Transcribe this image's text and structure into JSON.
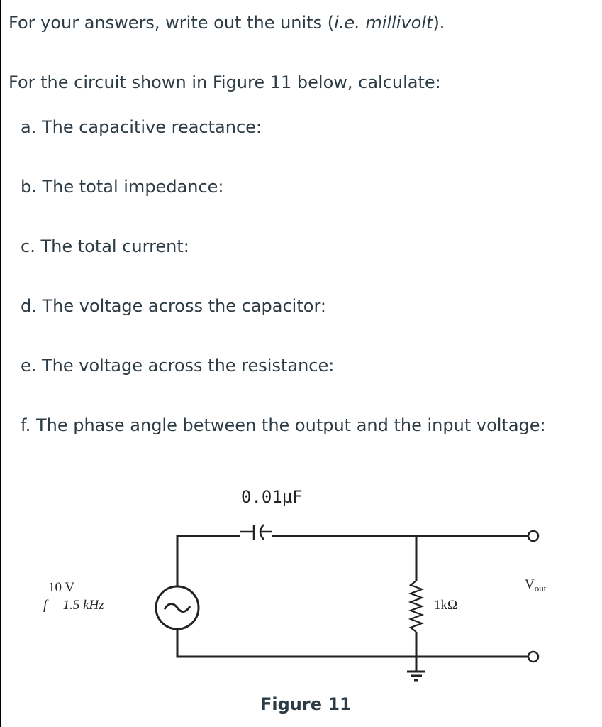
{
  "instructions": {
    "prefix": "For your answers, write out the units (",
    "example": "i.e. millivolt",
    "suffix": ")."
  },
  "question": "For the circuit shown in Figure 11 below, calculate:",
  "items": [
    "a. The capacitive reactance:",
    "b. The total impedance:",
    "c. The total current:",
    "d. The voltage across the capacitor:",
    "e. The voltage across the resistance:",
    "f. The phase angle between the output and the input voltage:"
  ],
  "figure": {
    "capacitor_label": "0.01µF",
    "source_voltage": "10 V",
    "source_frequency": "f = 1.5 kHz",
    "resistor_label": "1kΩ",
    "output_label": "V",
    "output_subscript": "out",
    "caption": "Figure 11",
    "source_icon": "ac-source-icon",
    "capacitor_icon": "capacitor-icon",
    "resistor_icon": "resistor-icon",
    "ground_icon": "ground-icon"
  }
}
